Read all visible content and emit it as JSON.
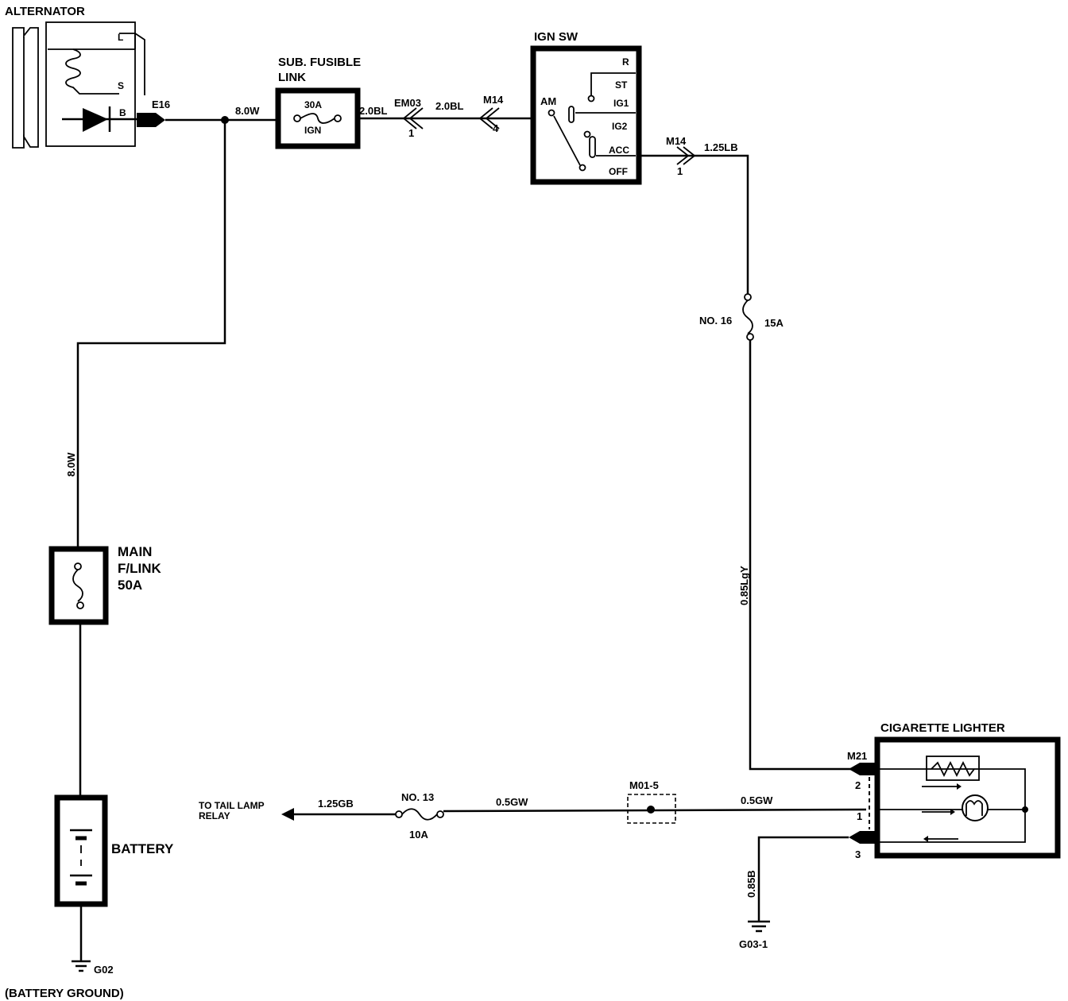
{
  "components": {
    "alternator": {
      "title": "ALTERNATOR",
      "terminals": [
        "L",
        "S",
        "B"
      ],
      "connector": "E16"
    },
    "sub_fusible_link": {
      "title_line1": "SUB. FUSIBLE",
      "title_line2": "LINK",
      "rating": "30A",
      "name": "IGN"
    },
    "ign_switch": {
      "title": "IGN SW",
      "positions": [
        "R",
        "ST",
        "IG1",
        "IG2",
        "ACC",
        "OFF"
      ],
      "input": "AM"
    },
    "main_fusible_link": {
      "line1": "MAIN",
      "line2": "F/LINK",
      "line3": "50A"
    },
    "battery": {
      "title": "BATTERY",
      "ground": "G02",
      "ground_label": "(BATTERY GROUND)"
    },
    "fuse_16": {
      "name": "NO. 16",
      "rating": "15A"
    },
    "fuse_13": {
      "name": "NO. 13",
      "rating": "10A"
    },
    "cigarette_lighter": {
      "title": "CIGARETTE LIGHTER",
      "connector": "M21",
      "pins": [
        "2",
        "1",
        "3"
      ]
    },
    "joint_connector": {
      "name": "M01-5"
    },
    "ground_g03": {
      "name": "G03-1"
    },
    "tail_lamp": {
      "line1": "TO TAIL LAMP",
      "line2": "RELAY"
    }
  },
  "wires": {
    "alt_to_link": "8.0W",
    "batt_feed": "8.0W",
    "link_to_em03": "2.0BL",
    "em03_to_m14": "2.0BL",
    "acc_out": "1.25LB",
    "fuse16_to_lighter": "0.85LgY",
    "tail_feed": "1.25GB",
    "fuse13_to_joint": "0.5GW",
    "joint_to_lighter": "0.5GW",
    "lighter_ground": "0.85B"
  },
  "connectors": {
    "em03": {
      "name": "EM03",
      "pin": "1"
    },
    "m14_in": {
      "name": "M14",
      "pin": "4"
    },
    "m14_out": {
      "name": "M14",
      "pin": "1"
    }
  }
}
